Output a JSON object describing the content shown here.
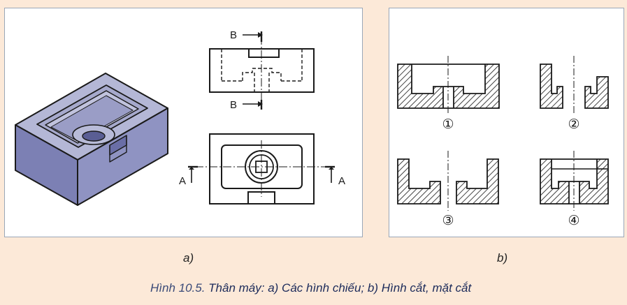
{
  "panel_a": {
    "label": "a)",
    "section_marker_top": "B",
    "section_marker_bottom": "B",
    "section_marker_left": "A",
    "section_marker_right": "A"
  },
  "panel_b": {
    "label": "b)",
    "options": [
      "①",
      "②",
      "③",
      "④"
    ]
  },
  "caption": {
    "number": "Hình 10.5.",
    "text": " Thân máy: a) Các hình chiếu; b) Hình cắt, mặt cắt"
  },
  "colors": {
    "background": "#fce9d8",
    "iso_top": "#b4b7d6",
    "iso_side": "#8f93c2",
    "iso_front": "#7c80b4",
    "caption_text": "#1b2a5a"
  }
}
